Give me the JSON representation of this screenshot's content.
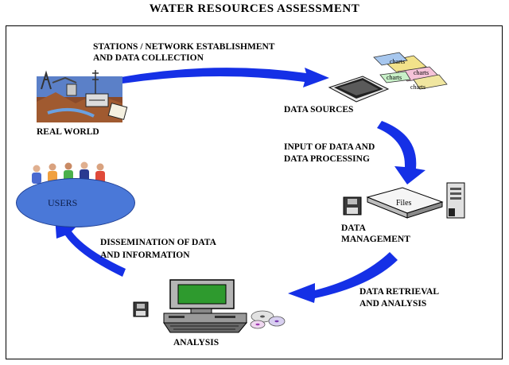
{
  "title": "WATER RESOURCES ASSESSMENT",
  "nodes": {
    "real_world": "REAL WORLD",
    "data_sources": "DATA SOURCES",
    "data_management_line1": "DATA",
    "data_management_line2": "MANAGEMENT",
    "analysis": "ANALYSIS",
    "users": "USERS"
  },
  "flows": {
    "stations_line1": "STATIONS / NETWORK ESTABLISHMENT",
    "stations_line2": "AND DATA COLLECTION",
    "input_line1": "INPUT OF DATA AND",
    "input_line2": "DATA PROCESSING",
    "retrieval_line1": "DATA RETRIEVAL",
    "retrieval_line2": "AND ANALYSIS",
    "dissemination_line1": "DISSEMINATION OF DATA",
    "dissemination_line2": "AND INFORMATION"
  },
  "clipart_labels": {
    "charts": "charts",
    "files": "Files"
  },
  "colors": {
    "arrow": "#1530e6",
    "users_oval": "#4a78d8",
    "screen": "#2e9a2e"
  }
}
